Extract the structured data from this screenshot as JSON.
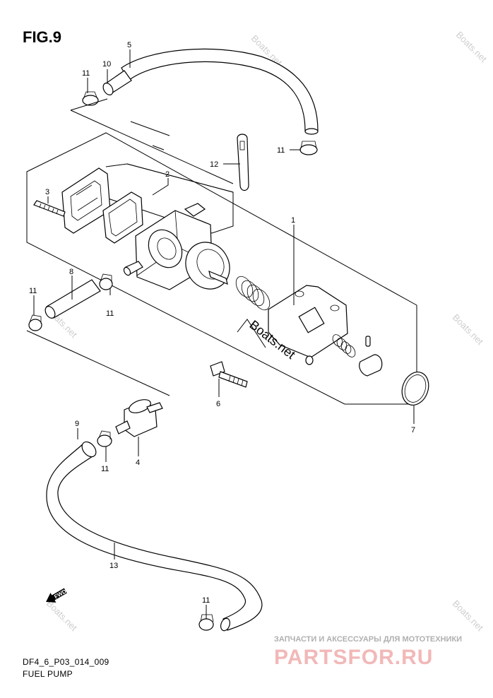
{
  "figure": {
    "title": "FIG.9"
  },
  "footer": {
    "code": "DF4_6_P03_014_009",
    "name": "FUEL PUMP"
  },
  "watermarks": {
    "boats": "Boats.net",
    "center": "Boats.net"
  },
  "branding": {
    "ru_caption": "ЗАПЧАСТИ И АКСЕССУАРЫ ДЛЯ МОТОТЕХНИКИ",
    "ru_logo": "PARTSFOR.RU"
  },
  "direction_badge": "FWD",
  "callouts": [
    {
      "id": "c5a",
      "text": "5"
    },
    {
      "id": "c10",
      "text": "10"
    },
    {
      "id": "c11a",
      "text": "11"
    },
    {
      "id": "c11b",
      "text": "11"
    },
    {
      "id": "c12",
      "text": "12"
    },
    {
      "id": "c2",
      "text": "2"
    },
    {
      "id": "c3",
      "text": "3"
    },
    {
      "id": "c1",
      "text": "1"
    },
    {
      "id": "c8",
      "text": "8"
    },
    {
      "id": "c11c",
      "text": "11"
    },
    {
      "id": "c11d",
      "text": "11"
    },
    {
      "id": "c6",
      "text": "6"
    },
    {
      "id": "c7",
      "text": "7"
    },
    {
      "id": "c9",
      "text": "9"
    },
    {
      "id": "c11e",
      "text": "11"
    },
    {
      "id": "c4",
      "text": "4"
    },
    {
      "id": "c13",
      "text": "13"
    },
    {
      "id": "c11f",
      "text": "11"
    }
  ]
}
